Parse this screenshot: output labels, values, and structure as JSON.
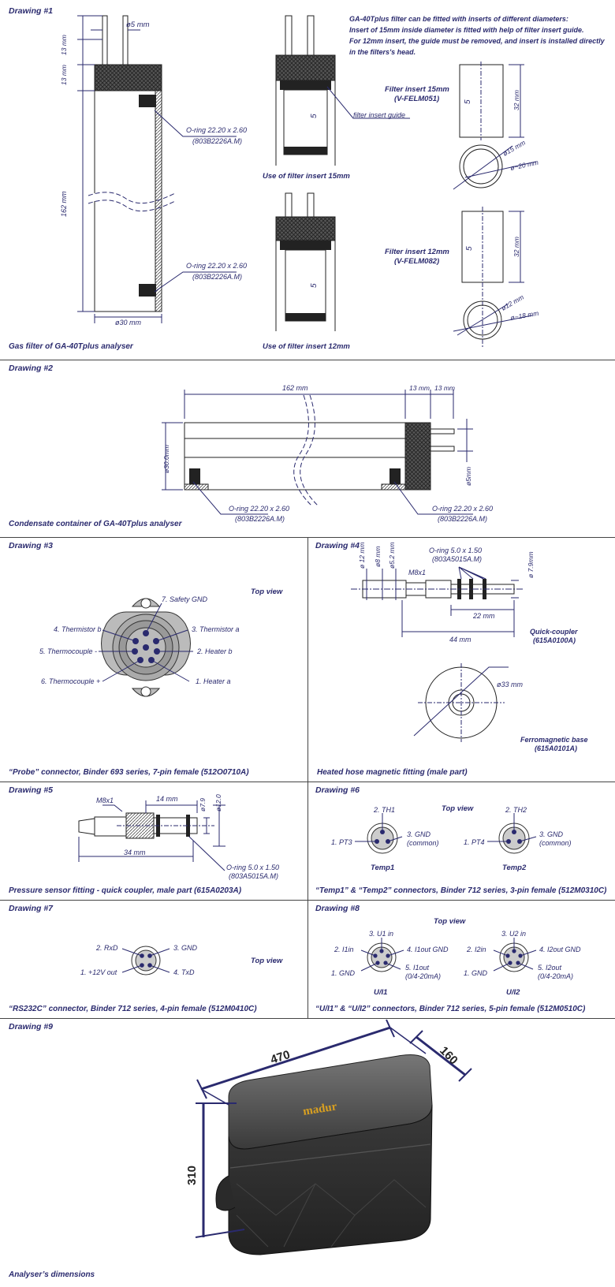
{
  "drawing1": {
    "heading": "Drawing #1",
    "note_lines": [
      "GA-40Tplus filter can be fitted with inserts of different diameters:",
      "Insert of 15mm inside diameter is fitted with help of filter insert guide.",
      "For 12mm insert, the guide must be removed, and insert is installed directly",
      "in the filters's head."
    ],
    "dim_pipe": "ø5 mm",
    "dim_13a": "13 mm",
    "dim_13b": "13 mm",
    "dim_162": "162 mm",
    "dim_30": "ø30 mm",
    "oring_top": "O-ring 22.20 x 2.60",
    "oring_top_code": "(803B2226A.M)",
    "oring_bottom": "O-ring 22.20 x 2.60",
    "oring_bottom_code": "(803B2226A.M)",
    "guide_label": "filter insert guide",
    "insert_mark_a": "5",
    "insert_mark_b": "5",
    "insert_mark_c": "5",
    "insert_mark_d": "5",
    "use15": "Use of filter insert 15mm",
    "use12": "Use of filter insert 12mm",
    "insert15_title": "Filter insert 15mm",
    "insert15_code": "(V-FELM051)",
    "insert12_title": "Filter insert 12mm",
    "insert12_code": "(V-FELM082)",
    "dim_32a": "32 mm",
    "dim_32b": "32 mm",
    "d15": "ø15 mm",
    "d20": "ø~20 mm",
    "d12": "ø12 mm",
    "d18": "ø~18 mm",
    "caption": "Gas filter of GA-40Tplus analyser"
  },
  "drawing2": {
    "heading": "Drawing #2",
    "dim_162": "162 mm",
    "dim_13a": "13 mm",
    "dim_13b": "13 mm",
    "dim_d30": "ø30.0mm",
    "dim_d5": "ø5mm",
    "oring_left": "O-ring 22.20 x 2.60",
    "oring_left_code": "(803B2226A.M)",
    "oring_right": "O-ring 22.20 x 2.60",
    "oring_right_code": "(803B2226A.M)",
    "caption": "Condensate container of GA-40Tplus analyser"
  },
  "drawing3": {
    "heading": "Drawing #3",
    "top_view": "Top view",
    "pins": {
      "p7": "7. Safety GND",
      "p4": "4. Thermistor b",
      "p3": "3. Thermistor a",
      "p5": "5. Thermocouple -",
      "p2": "2. Heater b",
      "p6": "6. Thermocouple +",
      "p1": "1. Heater a"
    },
    "caption": "“Probe” connector, Binder 693 series, 7-pin female (512O0710A)"
  },
  "drawing4": {
    "heading": "Drawing #4",
    "oring": "O-ring 5.0 x 1.50",
    "oring_code": "(803A5015A.M)",
    "d12": "ø 12 mm",
    "d8": "ø8 mm",
    "d52": "ø5.2 mm",
    "m8": "M8x1",
    "d79": "ø 7.9mm",
    "dim_22": "22 mm",
    "dim_44": "44 mm",
    "coupler": "Quick-coupler",
    "coupler_code": "(615A0100A)",
    "d33": "ø33 mm",
    "base": "Ferromagnetic base",
    "base_code": "(615A0101A)",
    "caption": "Heated hose magnetic fitting (male part)"
  },
  "drawing5": {
    "heading": "Drawing #5",
    "m8": "M8x1",
    "dim_14": "14 mm",
    "d79": "ø7.9",
    "d120": "ø12.0",
    "dim_34": "34 mm",
    "oring": "O-ring 5.0 x 1.50",
    "oring_code": "(803A5015A.M)",
    "caption": "Pressure sensor fitting - quick coupler, male part (615A0203A)"
  },
  "drawing6": {
    "heading": "Drawing #6",
    "top_view": "Top view",
    "t1_p2": "2. TH1",
    "t1_p1": "1. PT3",
    "t1_p3": "3. GND",
    "t1_common": "(common)",
    "t1_name": "Temp1",
    "t2_p2": "2. TH2",
    "t2_p1": "1. PT4",
    "t2_p3": "3. GND",
    "t2_common": "(common)",
    "t2_name": "Temp2",
    "caption": "“Temp1” & “Temp2” connectors, Binder 712 series, 3-pin female (512M0310C)"
  },
  "drawing7": {
    "heading": "Drawing #7",
    "top_view": "Top view",
    "p2": "2. RxD",
    "p3": "3. GND",
    "p1": "1. +12V out",
    "p4": "4. TxD",
    "caption": "“RS232C” connector, Binder 712 series, 4-pin female (512M0410C)"
  },
  "drawing8": {
    "heading": "Drawing #8",
    "top_view": "Top view",
    "u1_p3": "3. U1 in",
    "u1_p2": "2. I1in",
    "u1_p4": "4. I1out GND",
    "u1_p1": "1. GND",
    "u1_p5": "5. I1out",
    "u1_p5b": "(0/4-20mA)",
    "u1_name": "U/I1",
    "u2_p3": "3. U2 in",
    "u2_p2": "2. I2in",
    "u2_p4": "4. I2out GND",
    "u2_p1": "1. GND",
    "u2_p5": "5. I2out",
    "u2_p5b": "(0/4-20mA)",
    "u2_name": "U/I2",
    "caption": "“U/I1” & “U/I2” connectors, Binder 712 series, 5-pin female (512M0510C)"
  },
  "drawing9": {
    "heading": "Drawing #9",
    "dim_470": "470",
    "dim_160": "160",
    "dim_310": "310",
    "brand": "madur",
    "caption": "Analyser’s dimensions"
  }
}
